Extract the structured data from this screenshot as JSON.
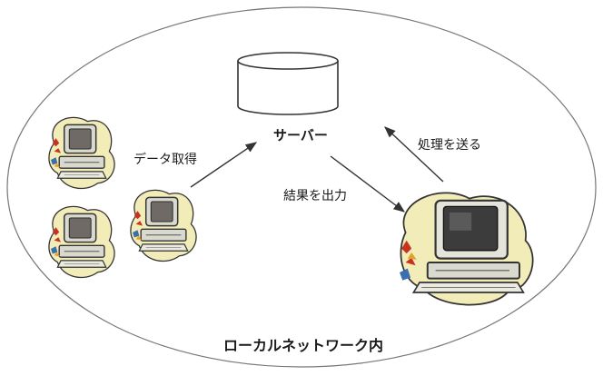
{
  "diagram": {
    "network_label": "ローカルネットワーク内",
    "server_label": "サーバー",
    "arrows": {
      "fetch_data": "データ取得",
      "output_result": "結果を出力",
      "send_process": "処理を送る"
    }
  }
}
